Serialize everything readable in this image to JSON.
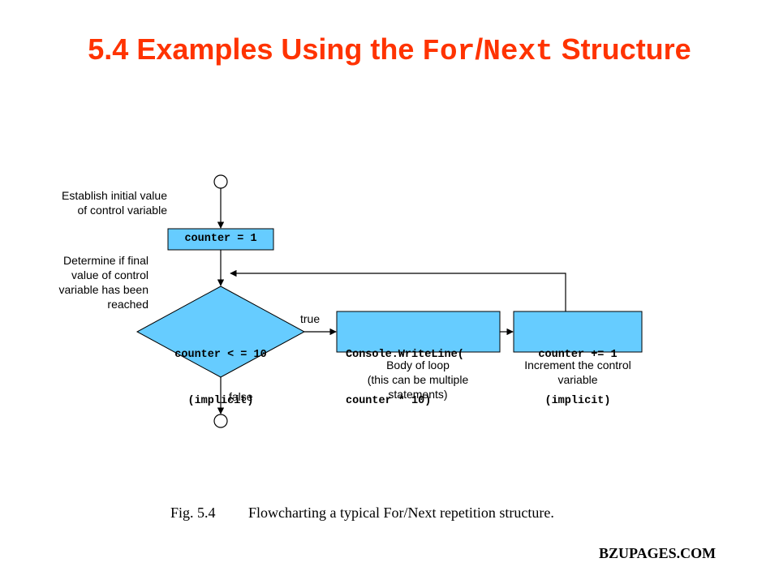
{
  "title": {
    "prefix": "5.4 Examples Using the ",
    "code_part1": "For",
    "slash": "/",
    "code_part2": "Next",
    "suffix": " Structure"
  },
  "notes": {
    "initial_line1": "Establish initial value",
    "initial_line2": "of control variable",
    "final_line1": "Determine if final",
    "final_line2": "value of control",
    "final_line3": "variable has been",
    "final_line4": "reached",
    "body_line1": "Body of loop",
    "body_line2": "(this can be multiple",
    "body_line3": "statements)",
    "increment_line1": "Increment the control",
    "increment_line2": "variable"
  },
  "nodes": {
    "init_box": "counter = 1",
    "decision_line1": "counter < = 10",
    "decision_line2": "(implicit)",
    "body_line1": "Console.WriteLine(",
    "body_line2": "counter * 10)",
    "increment_line1": "counter += 1",
    "increment_line2": "(implicit)"
  },
  "edge_labels": {
    "true_label": "true",
    "false_label": "false"
  },
  "caption": {
    "fig_label": "Fig. 5.4",
    "text": "Flowcharting a typical For/Next repetition structure."
  },
  "watermark": "BZUPAGES.COM",
  "colors": {
    "title": "#ff3300",
    "shape_fill": "#66ccff",
    "stroke": "#000000"
  }
}
